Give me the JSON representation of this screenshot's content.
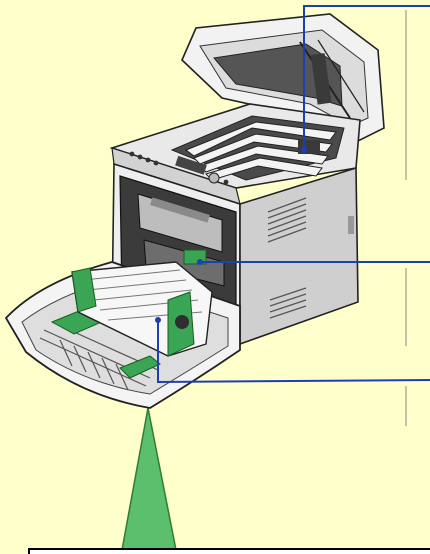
{
  "figure": {
    "subject": "printer-front-cover-and-top-cover-open",
    "colors": {
      "background": "#ffffcc",
      "callout_line": "#1f3fb0",
      "pointer": "#5cbf6e",
      "pointer_edge": "#2e7d32",
      "printer_light": "#efefef",
      "printer_mid": "#c9c9c9",
      "printer_dark": "#3a3a3a",
      "green_part": "#3aa655"
    },
    "callouts": [
      {
        "target": "toner-cartridges"
      },
      {
        "target": "fusing-unit-lever"
      },
      {
        "target": "transfer-unit"
      }
    ]
  }
}
